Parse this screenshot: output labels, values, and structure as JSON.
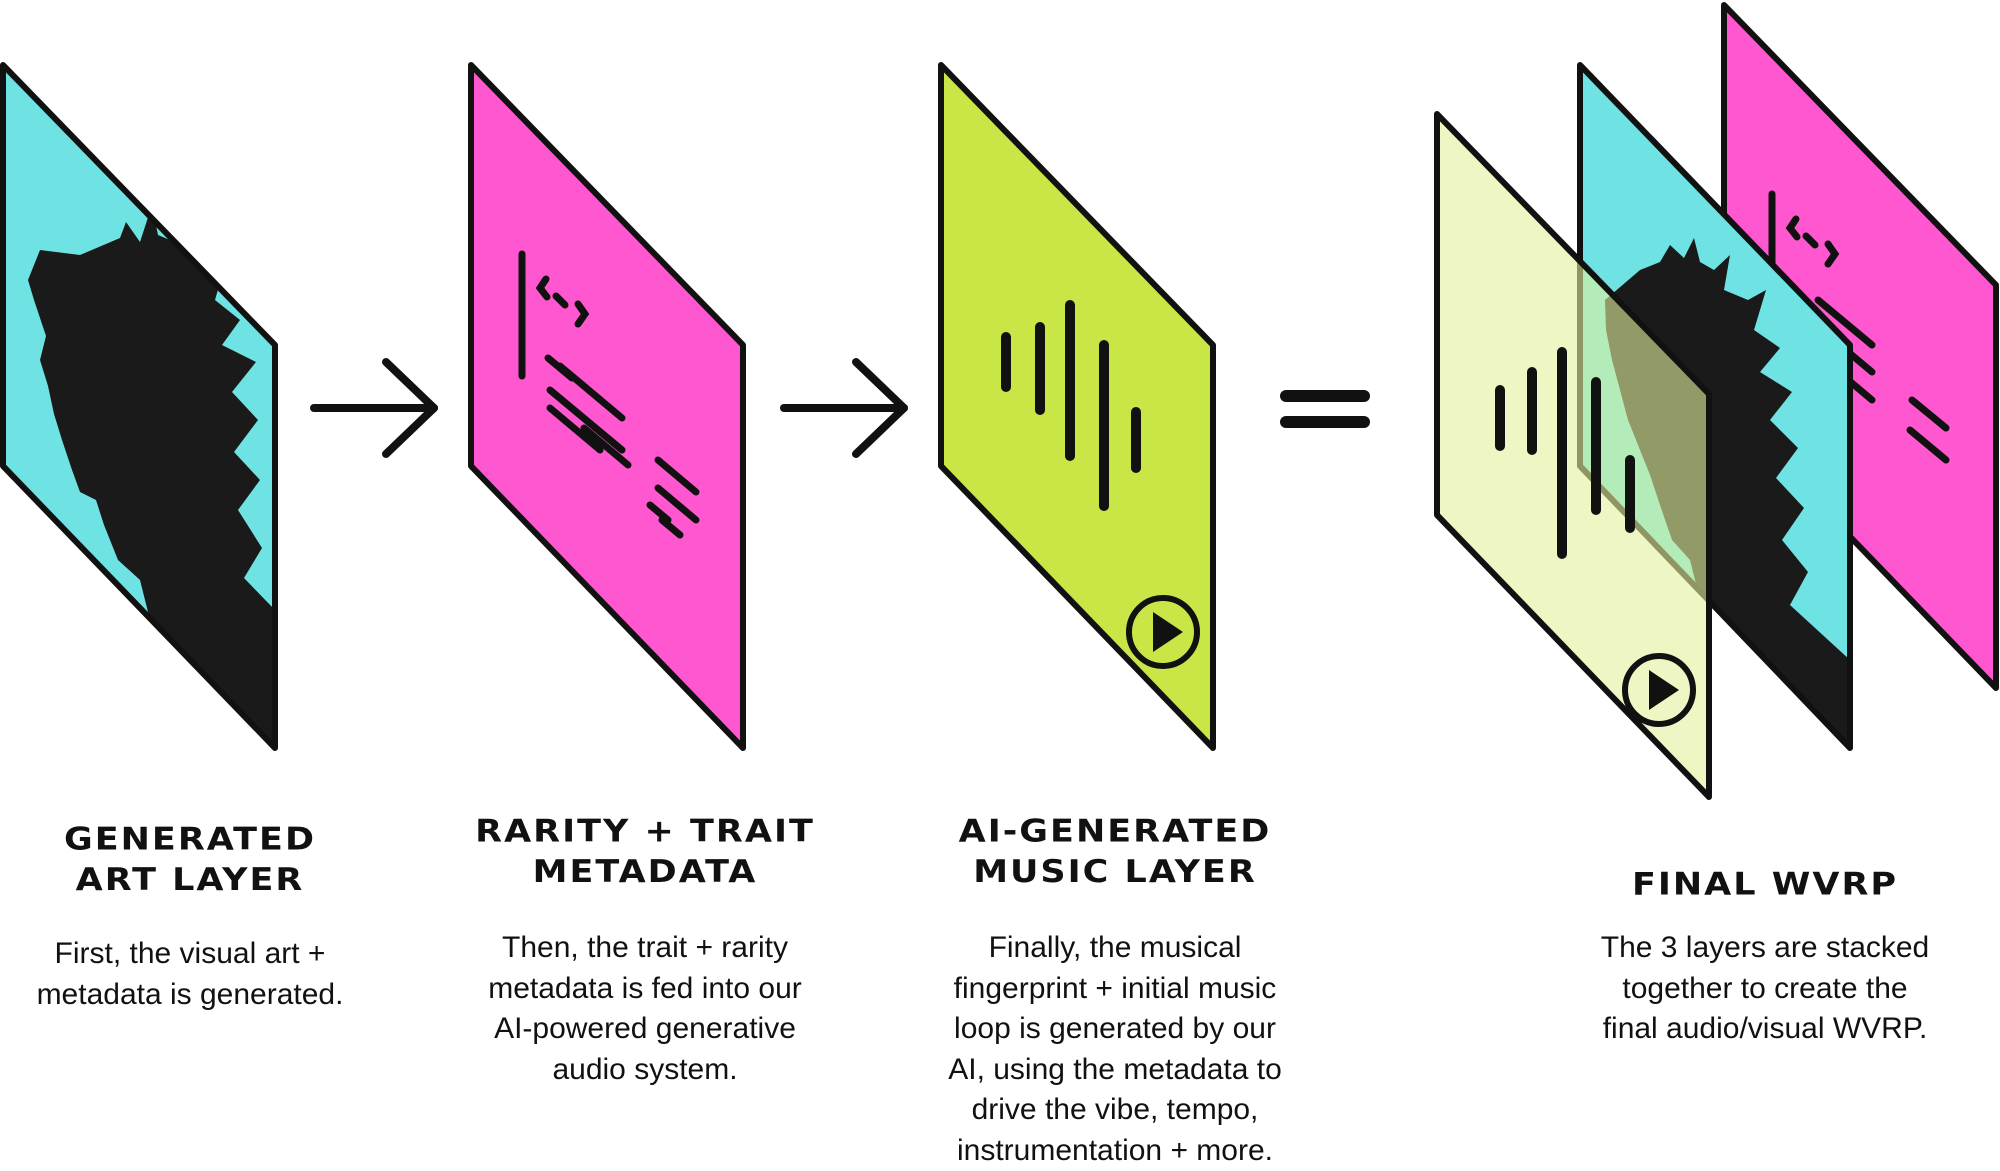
{
  "colors": {
    "cyan": "#6FE3E4",
    "magenta": "#FF57CF",
    "lime": "#C8E646",
    "pale_lime": "#E8F4B4",
    "ink": "#111111"
  },
  "icons": [
    "right-arrow-icon",
    "equals-icon",
    "play-button-icon",
    "waveform-icon",
    "code-metadata-icon",
    "silhouette-portrait-icon"
  ],
  "steps": [
    {
      "title_line1": "GENERATED",
      "title_line2": "ART LAYER",
      "desc_lines": [
        "First, the visual art +",
        "metadata is generated."
      ]
    },
    {
      "title_line1": "RARITY + TRAIT",
      "title_line2": "METADATA",
      "desc_lines": [
        "Then, the trait + rarity",
        "metadata is fed into our",
        "AI-powered generative",
        "audio system."
      ]
    },
    {
      "title_line1": "AI-GENERATED",
      "title_line2": "MUSIC LAYER",
      "desc_lines": [
        "Finally, the musical",
        "fingerprint + initial music",
        "loop is generated by our",
        "AI, using the metadata to",
        "drive the vibe, tempo,",
        "instrumentation + more."
      ]
    },
    {
      "title_line1": "FINAL WVRP",
      "desc_lines": [
        "The 3 layers are stacked",
        "together to create the",
        "final audio/visual WVRP."
      ]
    }
  ]
}
